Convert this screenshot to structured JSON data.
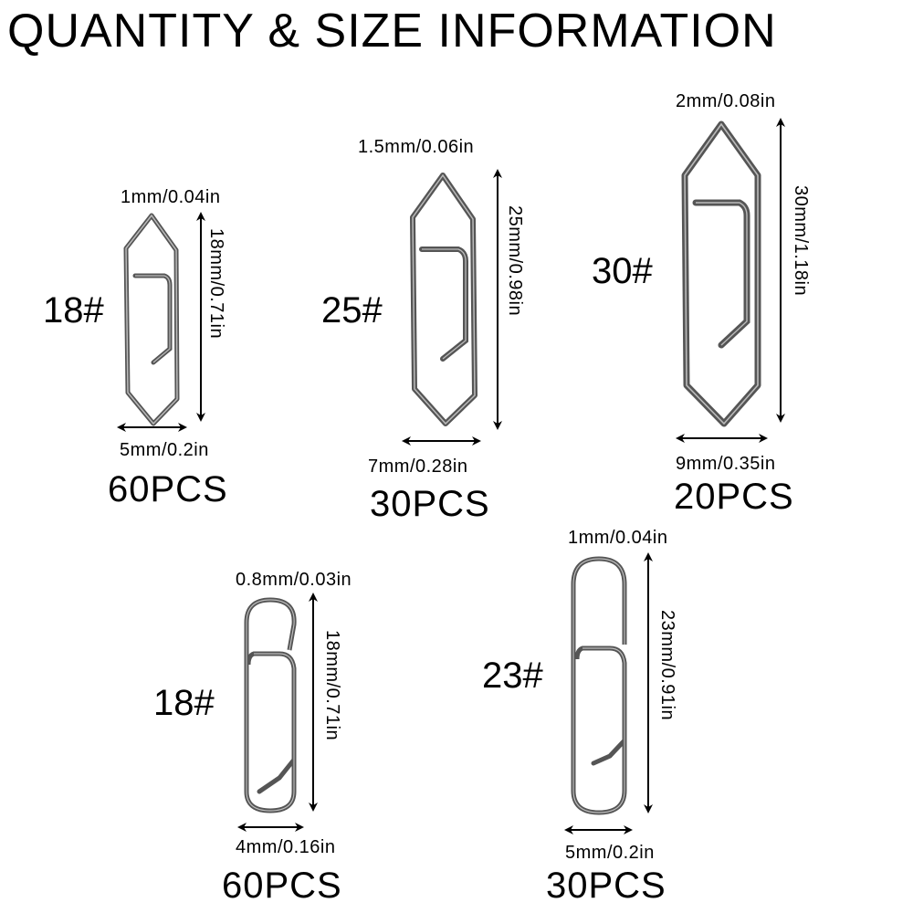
{
  "title": "QUANTITY & SIZE INFORMATION",
  "products": [
    {
      "size_label": "18#",
      "wire": "1mm/0.04in",
      "length": "18mm/0.71in",
      "width": "5mm/0.2in",
      "quantity": "60PCS",
      "shape": "hexagonal"
    },
    {
      "size_label": "25#",
      "wire": "1.5mm/0.06in",
      "length": "25mm/0.98in",
      "width": "7mm/0.28in",
      "quantity": "30PCS",
      "shape": "hexagonal"
    },
    {
      "size_label": "30#",
      "wire": "2mm/0.08in",
      "length": "30mm/1.18in",
      "width": "9mm/0.35in",
      "quantity": "20PCS",
      "shape": "hexagonal"
    },
    {
      "size_label": "18#",
      "wire": "0.8mm/0.03in",
      "length": "18mm/0.71in",
      "width": "4mm/0.16in",
      "quantity": "60PCS",
      "shape": "oval"
    },
    {
      "size_label": "23#",
      "wire": "1mm/0.04in",
      "length": "23mm/0.91in",
      "width": "5mm/0.2in",
      "quantity": "30PCS",
      "shape": "oval"
    }
  ],
  "colors": {
    "metal": "#5a5a5a",
    "metal_highlight": "#b8b8b8",
    "text": "#000000"
  }
}
